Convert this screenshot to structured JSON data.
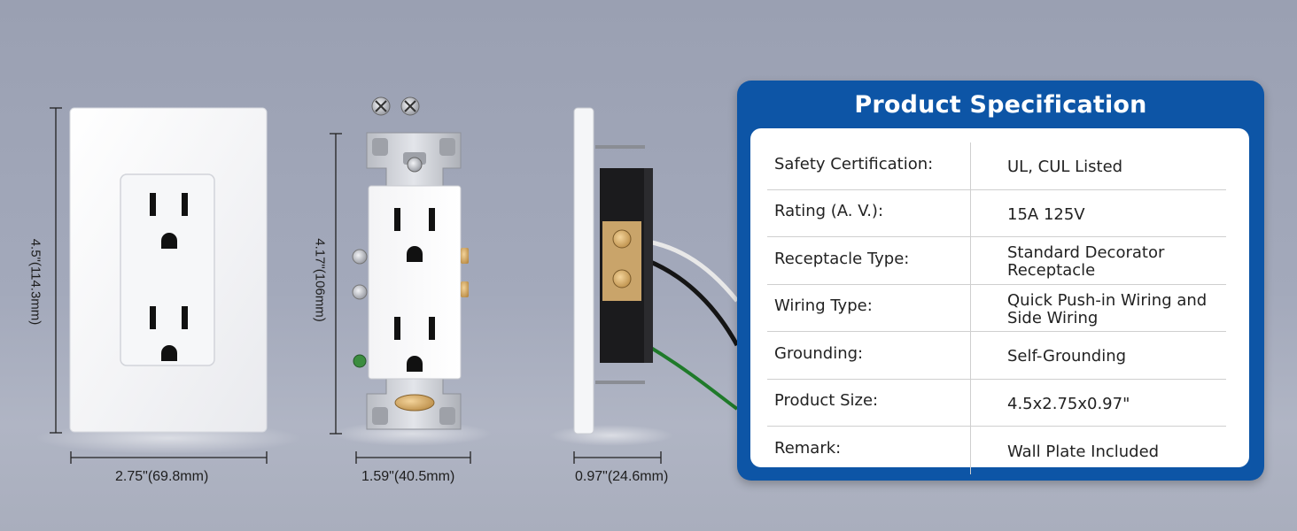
{
  "dimensions": {
    "plate_height": "4.5\"(114.3mm)",
    "plate_width": "2.75\"(69.8mm)",
    "receptacle_height": "4.17\"(106mm)",
    "receptacle_width": "1.59\"(40.5mm)",
    "depth": "0.97\"(24.6mm)"
  },
  "spec": {
    "title": "Product Specification",
    "rows": [
      {
        "label": "Safety Certification:",
        "value": "UL, CUL Listed"
      },
      {
        "label": "Rating (A. V.):",
        "value": "15A 125V"
      },
      {
        "label": "Receptacle Type:",
        "value": "Standard Decorator Receptacle"
      },
      {
        "label": "Wiring Type:",
        "value": "Quick Push-in Wiring and Side Wiring"
      },
      {
        "label": "Grounding:",
        "value": "Self-Grounding"
      },
      {
        "label": "Product Size:",
        "value": "4.5x2.75x0.97\""
      },
      {
        "label": "Remark:",
        "value": "Wall Plate Included"
      }
    ]
  },
  "colors": {
    "panel_blue": "#0d55a6",
    "background": "#a3a9bb",
    "wire_white": "#e8e8e8",
    "wire_black": "#151515",
    "wire_green": "#1f7a2a"
  }
}
